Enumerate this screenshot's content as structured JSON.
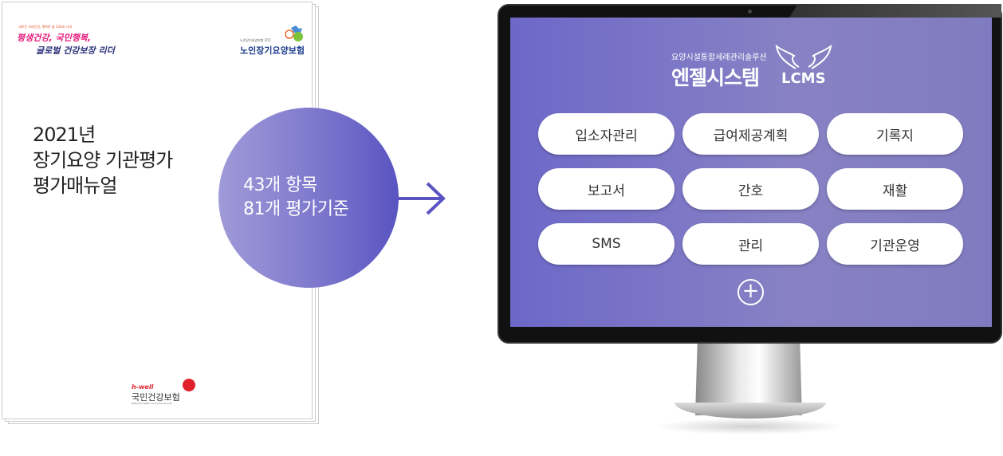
{
  "document": {
    "slogan_small": "새로운 미래건강, 행복한 삶 100세 시대",
    "slogan_line1": "평생건강, 국민행복,",
    "slogan_line2": "글로벌 건강보장 리더",
    "ltc_small": "노인장기요양보험 LTCI",
    "ltc_name": "노인장기요양보험",
    "title_lines": [
      "2021년",
      "장기요양 기관평가",
      "평가매뉴얼"
    ],
    "publisher_tag": "h-well",
    "publisher": "국민건강보험",
    "publisher_en": "National Health Insurance Service"
  },
  "summary": {
    "line1": "43개 항목",
    "line2": "81개 평가기준"
  },
  "screen": {
    "subtitle": "요양시설통합세례관리솔루션",
    "brand": "엔젤시스템",
    "logo": "LCMS",
    "menu": [
      "입소자관리",
      "급여제공계획",
      "기록지",
      "보고서",
      "간호",
      "재활",
      "SMS",
      "관리",
      "기관운영"
    ],
    "more": "+"
  }
}
